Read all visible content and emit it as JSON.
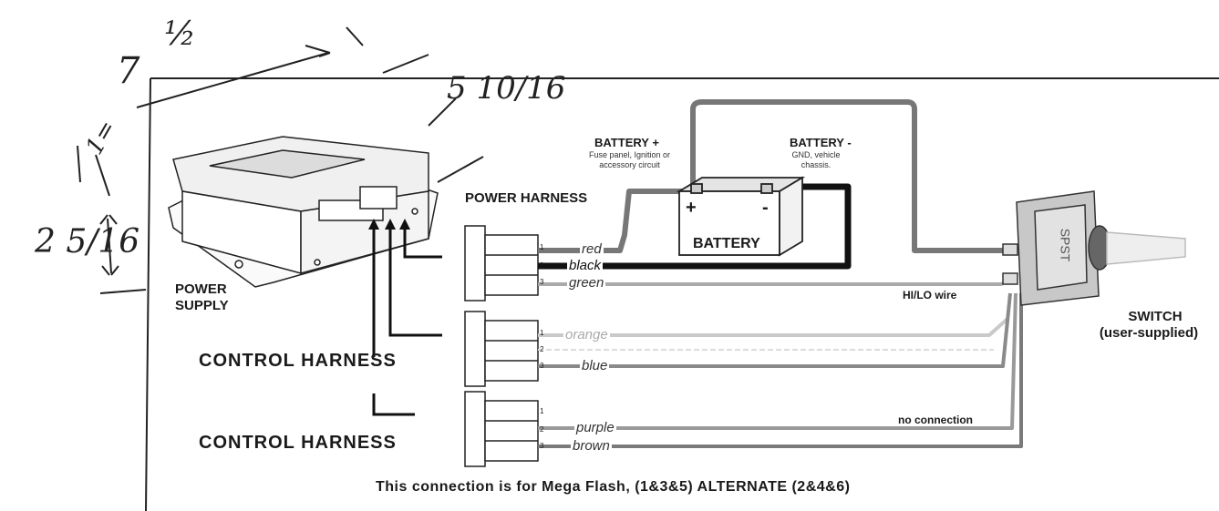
{
  "labels": {
    "power_supply": [
      "POWER",
      "SUPPLY"
    ],
    "power_harness": "POWER HARNESS",
    "control_harness_1": "CONTROL HARNESS",
    "control_harness_2": "CONTROL HARNESS",
    "battery_plus": "BATTERY +",
    "battery_plus_note": [
      "Fuse panel, Ignition or",
      "accessory circuit"
    ],
    "battery_minus": "BATTERY -",
    "battery_minus_note": [
      "GND, vehicle",
      "chassis."
    ],
    "battery": "BATTERY",
    "battery_plus_sign": "+",
    "battery_minus_sign": "-",
    "switch": [
      "SWITCH",
      "(user-supplied)"
    ],
    "switch_face": "SPST",
    "hi_lo": "HI/LO wire",
    "no_connection": "no connection",
    "caption": "This connection is for Mega Flash, (1&3&5) ALTERNATE (2&4&6)"
  },
  "wires": {
    "harness1": [
      "red",
      "black",
      "green"
    ],
    "harness2": [
      "orange",
      "",
      "blue"
    ],
    "harness3": [
      "",
      "purple",
      "brown"
    ]
  },
  "pin_numbers": [
    "1",
    "2",
    "3"
  ],
  "handwritten": {
    "width_whole": "7",
    "width_fraction": "½",
    "depth": "5 10/16",
    "height": "2 5/16",
    "side": "1="
  },
  "colors": {
    "wire_dark": "#111111",
    "wire_gray": "#8a8a8a",
    "wire_light": "#c9c9c9",
    "ink": "#1a1a1a"
  }
}
